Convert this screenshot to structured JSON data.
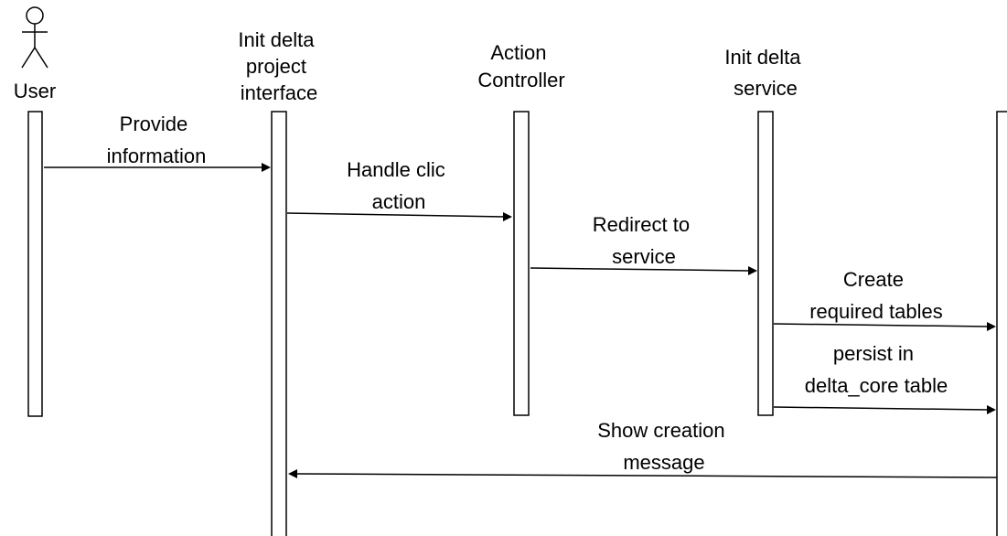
{
  "diagram": {
    "type": "sequence",
    "actor": {
      "label": "User"
    },
    "participants": [
      {
        "id": "user",
        "label_lines": [
          "User"
        ]
      },
      {
        "id": "interface",
        "label_lines": [
          "Init delta",
          "project",
          "interface"
        ]
      },
      {
        "id": "controller",
        "label_lines": [
          "Action",
          "Controller"
        ]
      },
      {
        "id": "service",
        "label_lines": [
          "Init delta",
          "service"
        ]
      },
      {
        "id": "database",
        "label_lines": []
      }
    ],
    "messages": [
      {
        "id": "provide",
        "from": "user",
        "to": "interface",
        "label_lines": [
          "Provide",
          "information"
        ]
      },
      {
        "id": "handle",
        "from": "interface",
        "to": "controller",
        "label_lines": [
          "Handle clic",
          "action"
        ]
      },
      {
        "id": "redirect",
        "from": "controller",
        "to": "service",
        "label_lines": [
          "Redirect to",
          "service"
        ]
      },
      {
        "id": "create",
        "from": "service",
        "to": "database",
        "label_lines": [
          "Create",
          "required tables"
        ]
      },
      {
        "id": "persist",
        "from": "service",
        "to": "database",
        "label_lines": [
          "persist in",
          "delta_core table"
        ]
      },
      {
        "id": "show",
        "from": "database",
        "to": "interface",
        "label_lines": [
          "Show creation",
          "message"
        ]
      }
    ]
  }
}
